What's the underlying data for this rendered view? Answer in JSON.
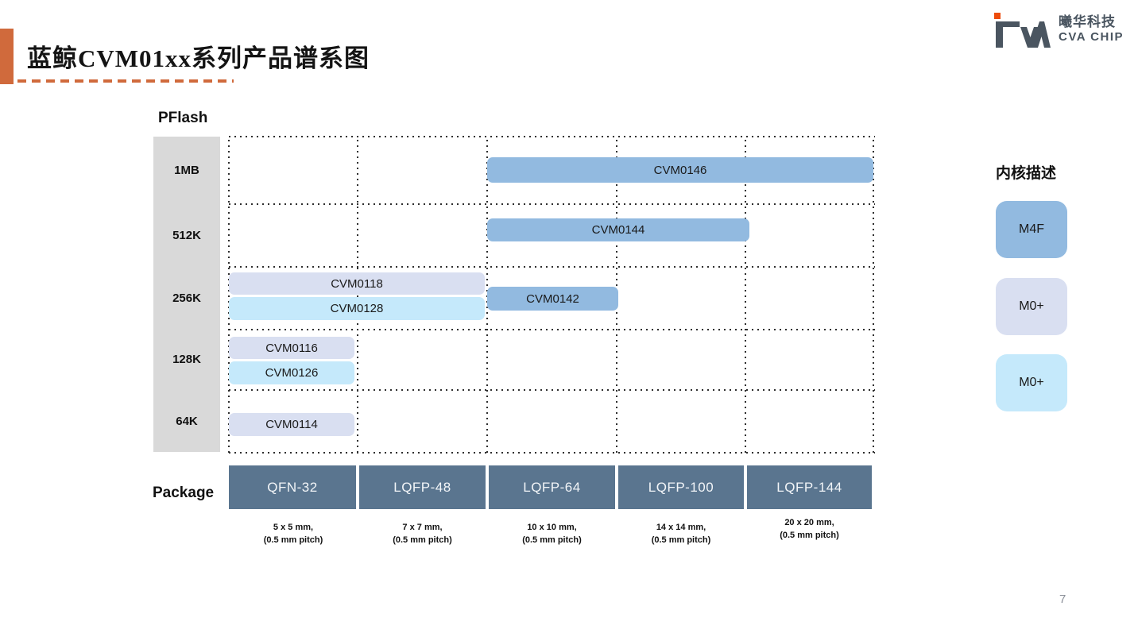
{
  "slide": {
    "title": "蓝鲸CVM01xx系列产品谱系图",
    "page_number": "7"
  },
  "logo": {
    "mark": "CVA",
    "company_cn": "曦华科技",
    "company_en": "CVA CHIP"
  },
  "colors": {
    "accent_orange": "#D06A3C",
    "logo_orange": "#ED4C0C",
    "logo_gray": "#4A5560",
    "package_header_bg": "#5A758F",
    "axis_gray_bg": "#D9D9D9",
    "core_m4f": "#92BAE0",
    "core_m0p_lavender": "#D9DFF1",
    "core_m0p_lightblue": "#C5E9FB"
  },
  "chart": {
    "y_axis_title": "PFlash",
    "x_axis_title": "Package",
    "flash_sizes": [
      "1MB",
      "512K",
      "256K",
      "128K",
      "64K"
    ],
    "packages": [
      {
        "name": "QFN-32",
        "size": "5 x 5 mm,",
        "pitch": "(0.5 mm pitch)"
      },
      {
        "name": "LQFP-48",
        "size": "7 x 7 mm,",
        "pitch": "(0.5 mm pitch)"
      },
      {
        "name": "LQFP-64",
        "size": "10 x 10 mm,",
        "pitch": "(0.5 mm pitch)"
      },
      {
        "name": "LQFP-100",
        "size": "14 x 14 mm,",
        "pitch": "(0.5 mm pitch)"
      },
      {
        "name": "LQFP-144",
        "size": "20 x 20 mm,",
        "pitch": "(0.5 mm pitch)"
      }
    ],
    "products": [
      {
        "name": "CVM0146",
        "core_key": "m4f",
        "pflash": "1MB",
        "packages": [
          "LQFP-64",
          "LQFP-100",
          "LQFP-144"
        ]
      },
      {
        "name": "CVM0144",
        "core_key": "m4f",
        "pflash": "512K",
        "packages": [
          "LQFP-64",
          "LQFP-100"
        ]
      },
      {
        "name": "CVM0118",
        "core_key": "m0p_lavender",
        "pflash": "256K",
        "packages": [
          "QFN-32",
          "LQFP-48"
        ]
      },
      {
        "name": "CVM0128",
        "core_key": "m0p_lightblue",
        "pflash": "256K",
        "packages": [
          "QFN-32",
          "LQFP-48"
        ]
      },
      {
        "name": "CVM0142",
        "core_key": "m4f",
        "pflash": "256K",
        "packages": [
          "LQFP-64"
        ]
      },
      {
        "name": "CVM0116",
        "core_key": "m0p_lavender",
        "pflash": "128K",
        "packages": [
          "QFN-32"
        ]
      },
      {
        "name": "CVM0126",
        "core_key": "m0p_lightblue",
        "pflash": "128K",
        "packages": [
          "QFN-32"
        ]
      },
      {
        "name": "CVM0114",
        "core_key": "m0p_lavender",
        "pflash": "64K",
        "packages": [
          "QFN-32"
        ]
      }
    ]
  },
  "legend": {
    "title": "内核描述",
    "items": [
      {
        "label": "M4F",
        "core_key": "m4f"
      },
      {
        "label": "M0+",
        "core_key": "m0p_lavender"
      },
      {
        "label": "M0+",
        "core_key": "m0p_lightblue"
      }
    ]
  },
  "chart_data": {
    "type": "bar",
    "title": "蓝鲸CVM01xx系列产品谱系图",
    "xlabel": "Package",
    "ylabel": "PFlash",
    "x_categories": [
      "QFN-32",
      "LQFP-48",
      "LQFP-64",
      "LQFP-100",
      "LQFP-144"
    ],
    "x_category_sizes": [
      "5 x 5 mm, (0.5 mm pitch)",
      "7 x 7 mm, (0.5 mm pitch)",
      "10 x 10 mm, (0.5 mm pitch)",
      "14 x 14 mm, (0.5 mm pitch)",
      "20 x 20 mm, (0.5 mm pitch)"
    ],
    "y_categories": [
      "1MB",
      "512K",
      "256K",
      "128K",
      "64K"
    ],
    "series": [
      {
        "name": "CVM0146",
        "core": "M4F",
        "pflash": "1MB",
        "package_start": "LQFP-64",
        "package_end": "LQFP-144",
        "color": "#92BAE0"
      },
      {
        "name": "CVM0144",
        "core": "M4F",
        "pflash": "512K",
        "package_start": "LQFP-64",
        "package_end": "LQFP-100",
        "color": "#92BAE0"
      },
      {
        "name": "CVM0118",
        "core": "M0+",
        "pflash": "256K",
        "package_start": "QFN-32",
        "package_end": "LQFP-48",
        "color": "#D9DFF1"
      },
      {
        "name": "CVM0128",
        "core": "M0+",
        "pflash": "256K",
        "package_start": "QFN-32",
        "package_end": "LQFP-48",
        "color": "#C5E9FB"
      },
      {
        "name": "CVM0142",
        "core": "M4F",
        "pflash": "256K",
        "package_start": "LQFP-64",
        "package_end": "LQFP-64",
        "color": "#92BAE0"
      },
      {
        "name": "CVM0116",
        "core": "M0+",
        "pflash": "128K",
        "package_start": "QFN-32",
        "package_end": "QFN-32",
        "color": "#D9DFF1"
      },
      {
        "name": "CVM0126",
        "core": "M0+",
        "pflash": "128K",
        "package_start": "QFN-32",
        "package_end": "QFN-32",
        "color": "#C5E9FB"
      },
      {
        "name": "CVM0114",
        "core": "M0+",
        "pflash": "64K",
        "package_start": "QFN-32",
        "package_end": "QFN-32",
        "color": "#D9DFF1"
      }
    ],
    "legend_position": "right",
    "legend_title": "内核描述",
    "legend_entries": [
      "M4F",
      "M0+",
      "M0+"
    ],
    "grid": "dotted"
  }
}
